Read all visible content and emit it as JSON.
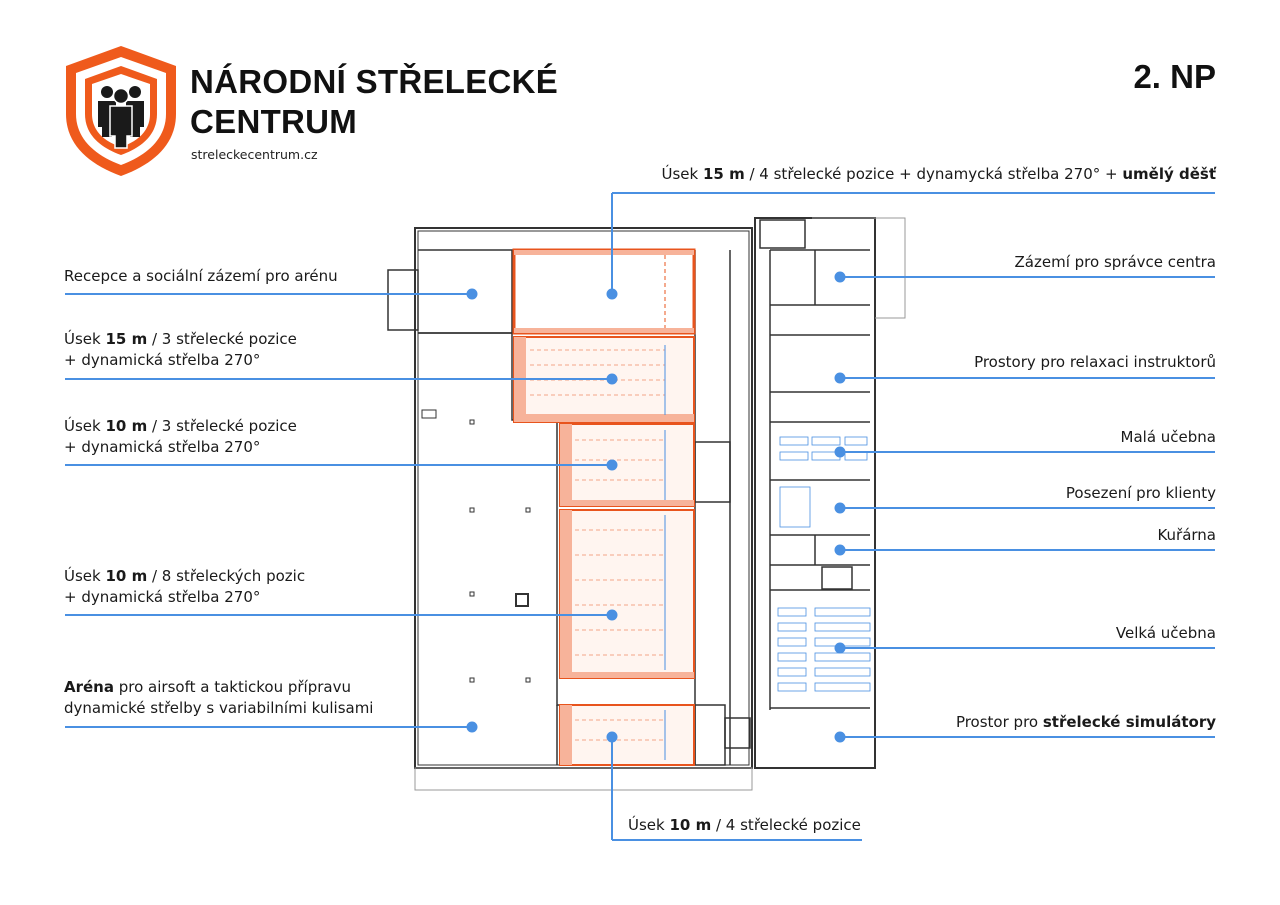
{
  "brand": {
    "line1": "NÁRODNÍ STŘELECKÉ",
    "line2": "CENTRUM",
    "website": "streleckecentrum.cz",
    "logo_icon": "shield-with-people-icon",
    "accent_color": "#ef5a1c"
  },
  "floor_label": "2. NP",
  "colors": {
    "callout_line": "#4a90e2",
    "range_fill": "#f7b39a",
    "range_border": "#e8541d",
    "floor_line": "#333333"
  },
  "callouts": {
    "top": {
      "p1": "Úsek ",
      "b1": "15 m",
      "p2": " / 4 střelecké pozice + dynamycká střelba 270° + ",
      "b2": "umělý děšť"
    },
    "recepce": {
      "text": "Recepce a sociální zázemí pro arénu"
    },
    "usek15": {
      "p1": "Úsek ",
      "b1": "15 m",
      "p2": " / 3 střelecké pozice",
      "line2": "+ dynamická střelba 270°"
    },
    "usek10a": {
      "p1": "Úsek ",
      "b1": "10 m",
      "p2": " / 3 střelecké pozice",
      "line2": "+ dynamická střelba 270°"
    },
    "usek10b": {
      "p1": "Úsek ",
      "b1": "10 m",
      "p2": " / 8 střeleckých pozic",
      "line2": "+ dynamická střelba 270°"
    },
    "arena": {
      "b1": "Aréna",
      "p1": " pro airsoft a taktickou přípravu",
      "line2": "dynamické střelby s variabilními kulisami"
    },
    "bottom": {
      "p1": "Úsek ",
      "b1": "10 m",
      "p2": " / 4 střelecké pozice"
    },
    "zazemi": {
      "text": "Zázemí pro správce centra"
    },
    "relax": {
      "text": "Prostory pro relaxaci instruktorů"
    },
    "mala": {
      "text": "Malá učebna"
    },
    "posezeni": {
      "text": "Posezení pro klienty"
    },
    "kurarna": {
      "text": "Kuřárna"
    },
    "velka": {
      "text": "Velká učebna"
    },
    "simulatory": {
      "p1": "Prostor pro ",
      "b1": "střelecké simulátory"
    }
  }
}
